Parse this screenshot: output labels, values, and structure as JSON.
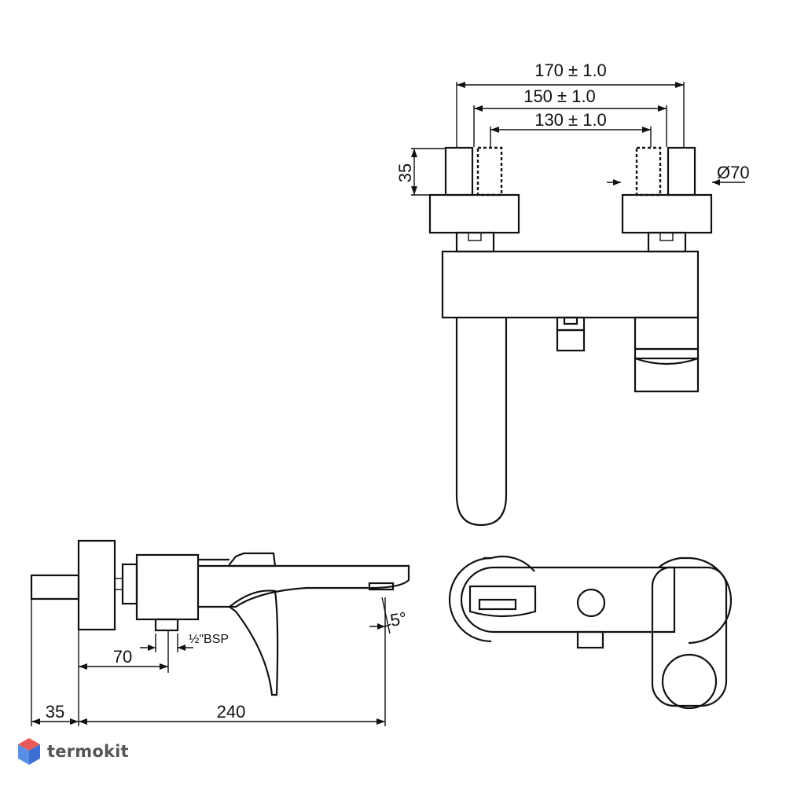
{
  "dimensions": {
    "top_outer": "170 ± 1.0",
    "top_middle": "150 ± 1.0",
    "top_inner": "130 ± 1.0",
    "height_35": "35",
    "diameter": "Ø70",
    "side_70": "70",
    "side_35": "35",
    "side_240": "240",
    "bsp": "½\"BSP",
    "angle": "5°"
  },
  "brand": {
    "name": "termokit",
    "colors": {
      "top": "#e95a5a",
      "left": "#5b8fe6",
      "right": "#3c6fd1"
    }
  }
}
